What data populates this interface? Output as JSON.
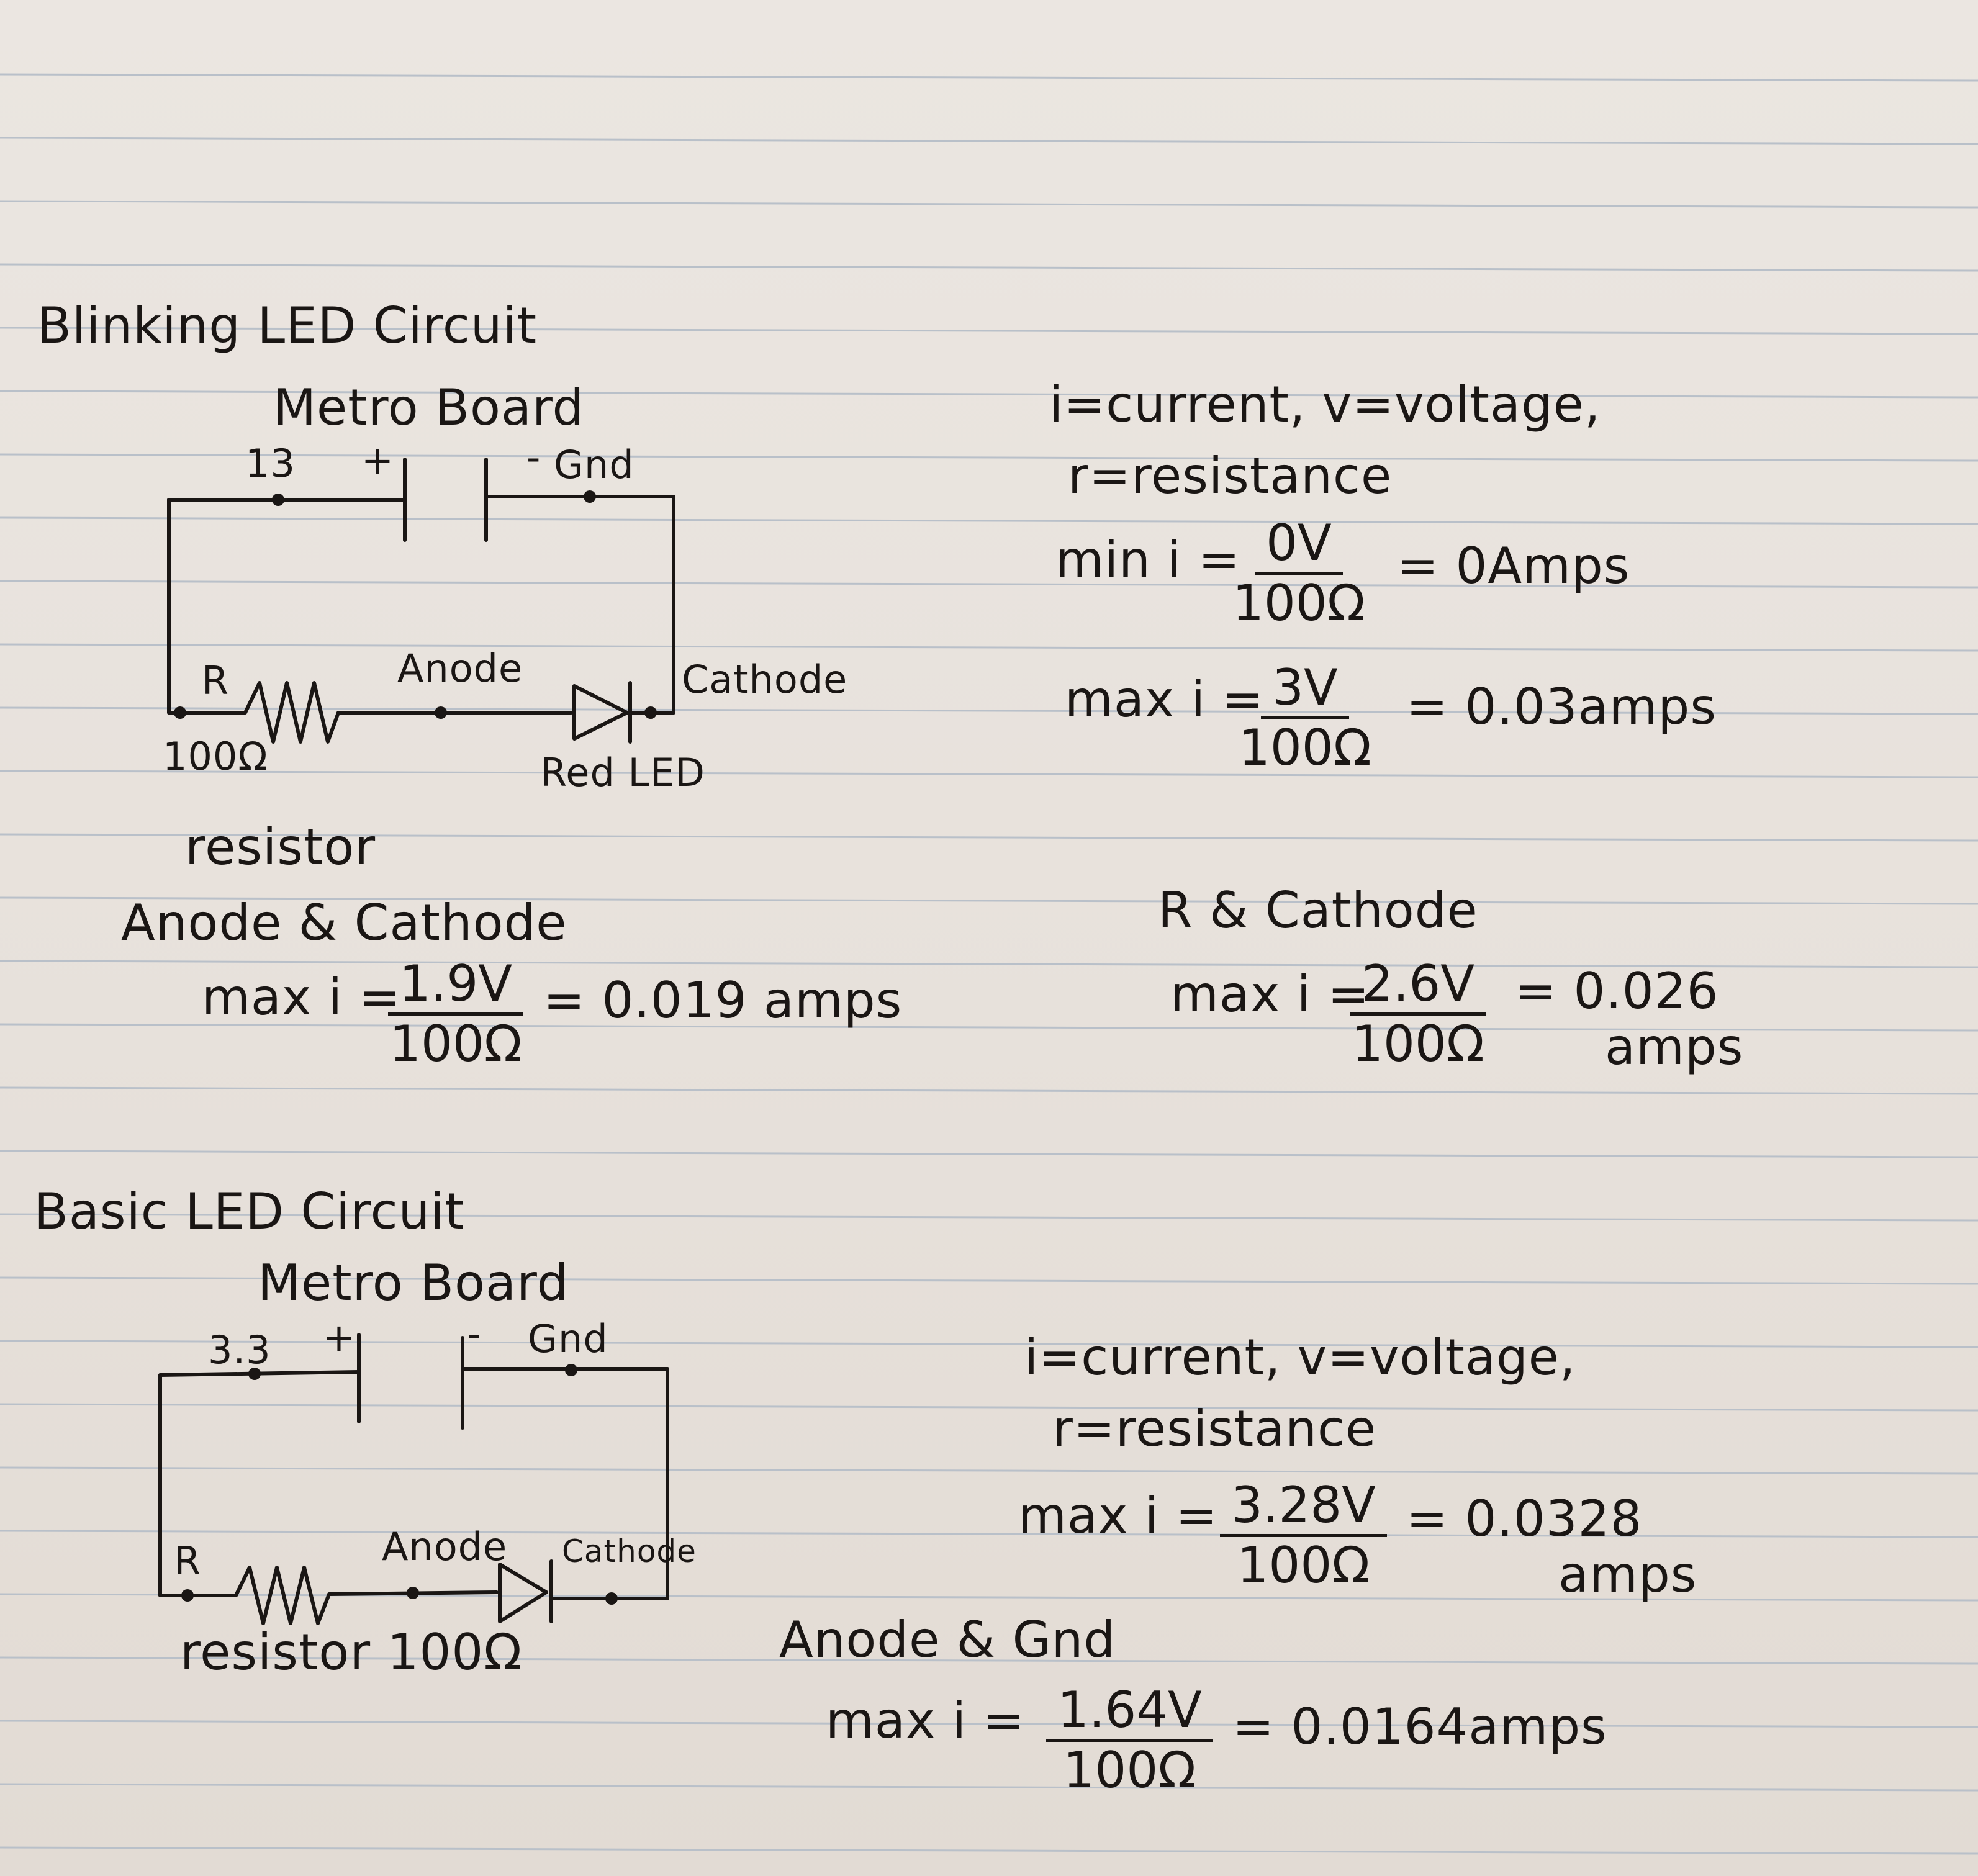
{
  "section1": {
    "title": "Blinking LED Circuit",
    "board": "Metro Board",
    "pin": "13",
    "plus": "+",
    "minus": "-",
    "gnd": "Gnd",
    "resistor_letter": "R",
    "resistor_value": "100Ω",
    "resistor_word": "resistor",
    "anode": "Anode",
    "cathode": "Cathode",
    "led": "Red LED",
    "defs_line1": "i=current, v=voltage,",
    "defs_line2": "r=resistance",
    "min_label": "min i =",
    "min_num": "0V",
    "min_den": "100Ω",
    "min_result": "= 0Amps",
    "max_label": "max i =",
    "max_num": "3V",
    "max_den": "100Ω",
    "max_result": "= 0.03amps",
    "ac_title": "Anode & Cathode",
    "ac_label": "max i =",
    "ac_num": "1.9V",
    "ac_den": "100Ω",
    "ac_result": "= 0.019 amps",
    "rc_title": "R & Cathode",
    "rc_label": "max i =",
    "rc_num": "2.6V",
    "rc_den": "100Ω",
    "rc_result": "= 0.026",
    "rc_unit": "amps"
  },
  "section2": {
    "title": "Basic LED Circuit",
    "board": "Metro Board",
    "pin": "3.3",
    "plus": "+",
    "minus": "-",
    "gnd": "Gnd",
    "resistor_letter": "R",
    "anode": "Anode",
    "cathode": "Cathode",
    "resistor_label": "resistor 100Ω",
    "defs_line1": "i=current, v=voltage,",
    "defs_line2": "r=resistance",
    "max_label": "max i =",
    "max_num": "3.28V",
    "max_den": "100Ω",
    "max_result": "= 0.0328",
    "max_unit": "amps",
    "ag_title": "Anode & Gnd",
    "ag_label": "max i =",
    "ag_num": "1.64V",
    "ag_den": "100Ω",
    "ag_result": "= 0.0164amps"
  },
  "colors": {
    "ink": "#1a1614",
    "paper": "#e9e3dd",
    "rule": "#b9c0c9"
  }
}
